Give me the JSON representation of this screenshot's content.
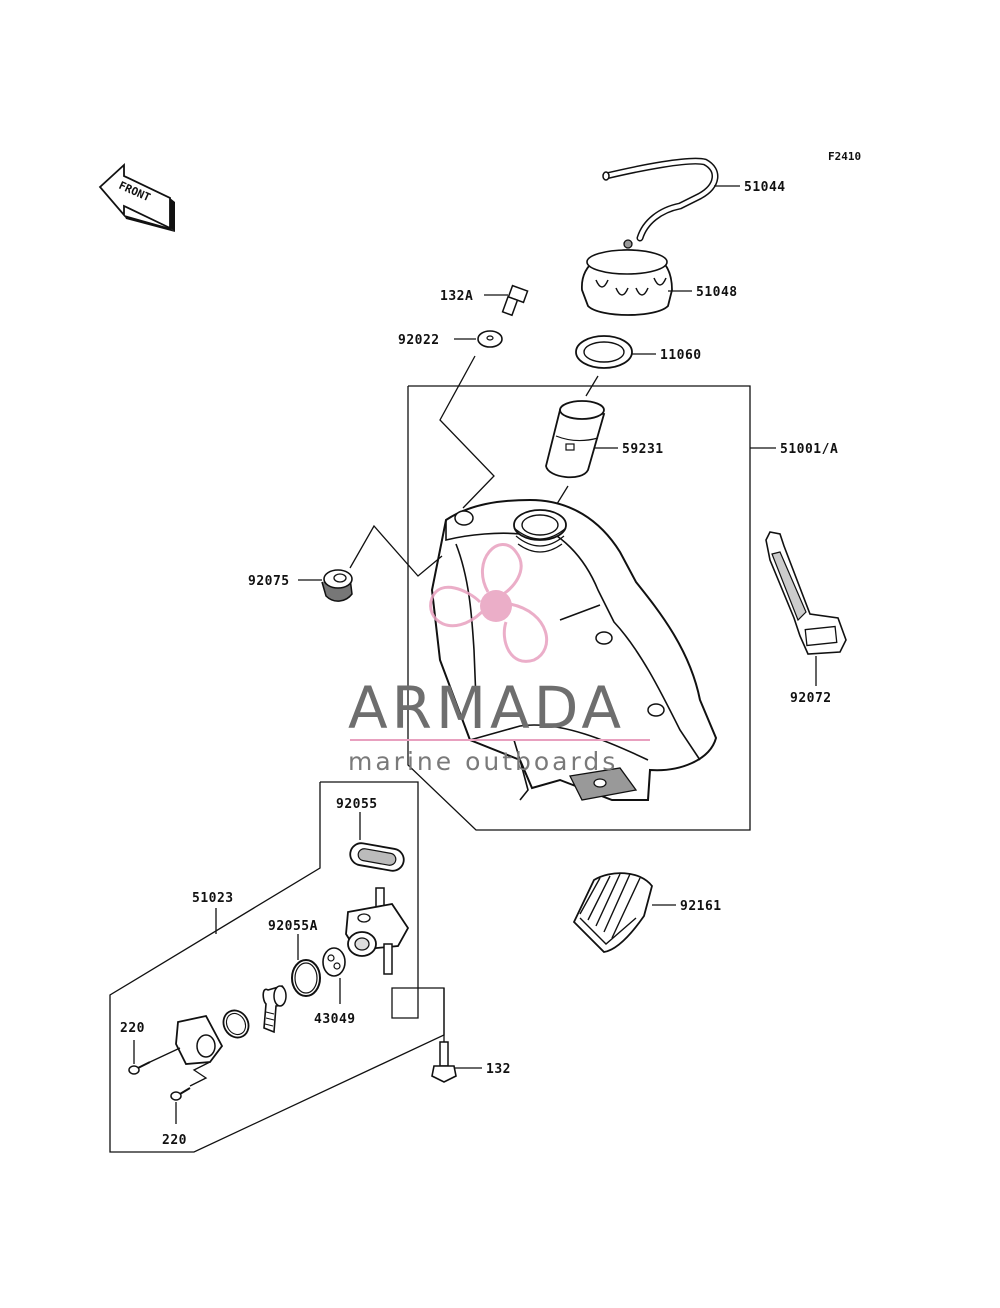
{
  "figure_code": "F2410",
  "front_arrow": "FRONT",
  "watermark": {
    "brand": "ARMADA",
    "tagline": "marine outboards",
    "accent_color": "#e8a0bf"
  },
  "parts": {
    "p51044": "51044",
    "p51048": "51048",
    "p132A": "132A",
    "p92022": "92022",
    "p11060": "11060",
    "p59231": "59231",
    "p51001A": "51001/A",
    "p92075": "92075",
    "p92072": "92072",
    "p92055": "92055",
    "p51023": "51023",
    "p92055A": "92055A",
    "p43049": "43049",
    "p92161": "92161",
    "p220a": "220",
    "p220b": "220",
    "p132": "132"
  }
}
